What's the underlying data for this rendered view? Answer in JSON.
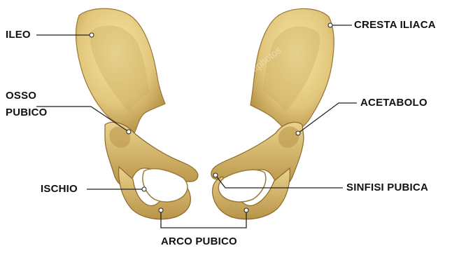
{
  "labels": {
    "ileo": "ILEO",
    "osso_pubico_line1": "OSSO",
    "osso_pubico_line2": "PUBICO",
    "ischio": "ISCHIO",
    "cresta_iliaca": "CRESTA ILIACA",
    "acetabolo": "ACETABOLO",
    "sinfisi_pubica": "SINFISI PUBICA",
    "arco_pubico": "ARCO PUBICO"
  },
  "watermark": "depositphotos",
  "colors": {
    "bone_light": "#f3df9a",
    "bone_mid": "#dcc174",
    "bone_dark": "#b08a3c",
    "bone_shadow": "#8a6a2a",
    "leader_line": "#222222",
    "marker_dot": "#ffffff"
  }
}
